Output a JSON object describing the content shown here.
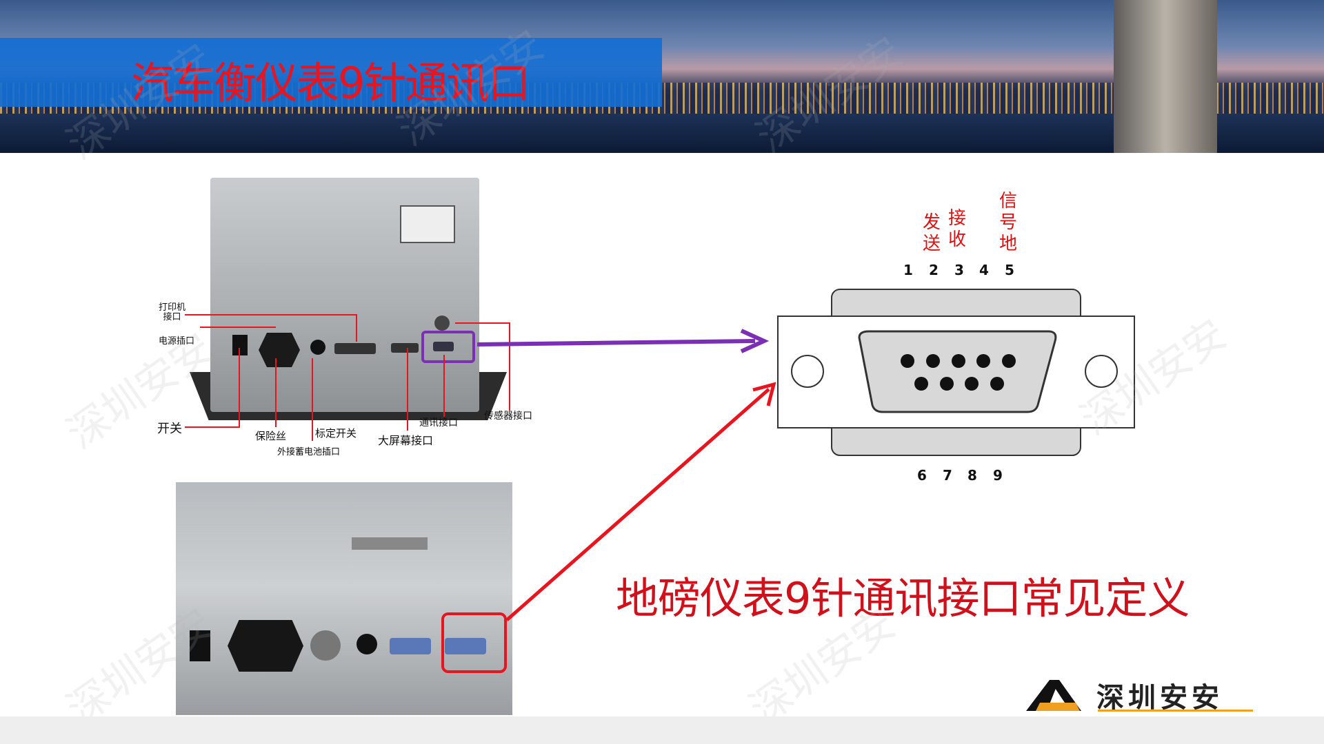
{
  "header": {
    "title": "汽车衡仪表9针通讯口"
  },
  "device_labels": {
    "printer_port": "打印机\n接口",
    "power_socket": "电源插口",
    "switch": "开关",
    "fuse": "保险丝",
    "calibration_switch": "标定开关",
    "battery_socket": "外接蓄电池插口",
    "big_screen_port": "大屏幕接口",
    "comm_port": "通讯接口",
    "sensor_port": "传感器接口"
  },
  "connector": {
    "top_pins": [
      "1",
      "2",
      "3",
      "4",
      "5"
    ],
    "bottom_pins": [
      "6",
      "7",
      "8",
      "9"
    ],
    "pin_labels": {
      "send": "发\n送",
      "receive": "接\n收",
      "ground": "信\n号\n地"
    }
  },
  "caption": "地磅仪表9针通讯接口常见定义",
  "logo": {
    "text": "深圳安安"
  },
  "watermark": "深圳安安",
  "colors": {
    "title_red": "#e8141e",
    "banner_blue": "#146ed2",
    "arrow_purple": "#7a2fb5",
    "arrow_red": "#e8141e"
  }
}
